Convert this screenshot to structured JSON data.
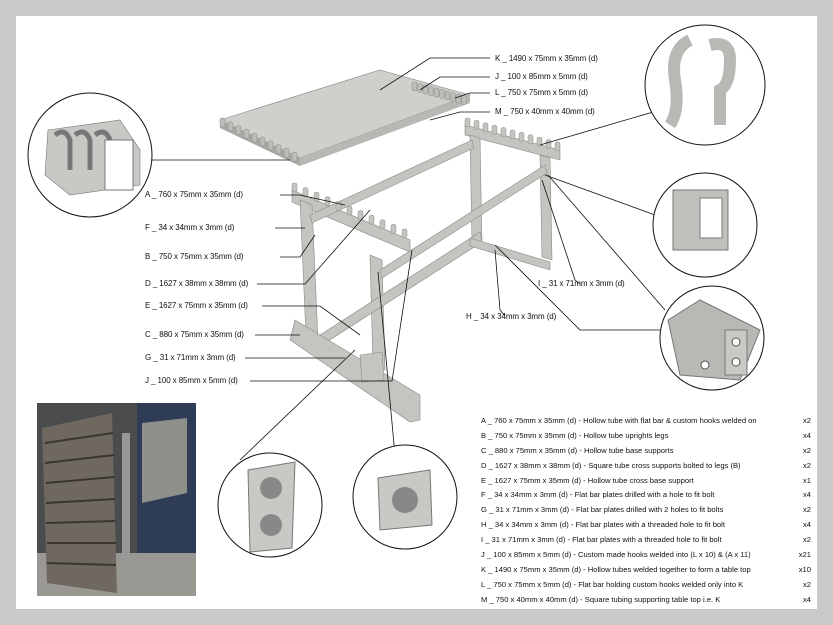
{
  "callouts": {
    "left": [
      "A _ 760 x 75mm x 35mm (d)",
      "F _ 34 x 34mm x 3mm (d)",
      "B _ 750 x 75mm x 35mm (d)",
      "D _ 1627 x 38mm x 38mm (d)",
      "E _ 1627 x 75mm x 35mm (d)",
      "C _ 880 x 75mm x 35mm (d)",
      "G _ 31 x 71mm x 3mm (d)",
      "J _ 100 x 85mm x 5mm (d)"
    ],
    "top": [
      "K _ 1490 x 75mm x 35mm (d)",
      "J _ 100 x 85mm x 5mm (d)",
      "L _ 750 x 75mm x 5mm (d)",
      "M _ 750 x 40mm x 40mm (d)"
    ],
    "i_label": "I _ 31 x 71mm x 3mm (d)",
    "h_label": "H _ 34 x 34mm x 3mm (d)"
  },
  "parts_list": [
    {
      "desc": "A _ 760 x 75mm x 35mm (d) - Hollow tube with flat bar & custom hooks welded on",
      "qty": "x2"
    },
    {
      "desc": "B _ 750 x 75mm x 35mm (d) - Hollow tube uprights legs",
      "qty": "x4"
    },
    {
      "desc": "C _ 880 x 75mm x 35mm (d) - Hollow tube base supports",
      "qty": "x2"
    },
    {
      "desc": "D _ 1627 x 38mm x 38mm (d) - Square tube cross supports bolted to legs (B)",
      "qty": "x2"
    },
    {
      "desc": "E _ 1627 x 75mm x 35mm (d) - Hollow tube cross base support",
      "qty": "x1"
    },
    {
      "desc": "F _ 34 x 34mm x 3mm (d) - Flat bar plates drilled with  a hole to fit bolt",
      "qty": "x4"
    },
    {
      "desc": "G _ 31 x 71mm x 3mm (d) - Flat bar plates drilled with  2 holes to fit bolts",
      "qty": "x2"
    },
    {
      "desc": "H _ 34 x 34mm x 3mm (d) - Flat bar plates with a threaded hole to fit bolt",
      "qty": "x4"
    },
    {
      "desc": "I _ 31 x 71mm x 3mm (d) - Flat bar plates with a threaded hole to fit bolt",
      "qty": "x2"
    },
    {
      "desc": "J _ 100 x 85mm x 5mm (d)  - Custom made hooks welded into (L x 10) &  (A x 11)",
      "qty": "x21"
    },
    {
      "desc": "K _ 1490 x 75mm x 35mm (d) - Hollow tubes welded together to form a table top",
      "qty": "x10"
    },
    {
      "desc": "L _ 750 x 75mm x 5mm (d) - Flat bar holding custom hooks welded only into K",
      "qty": "x2"
    },
    {
      "desc": "M _ 750 x 40mm x 40mm (d) - Square tubing supporting table top i.e. K",
      "qty": "x4"
    }
  ],
  "colors": {
    "frame": "#c9c9c9",
    "metal": "#c8c8c4",
    "metal_dark": "#9e9e9a",
    "line": "#111111"
  }
}
